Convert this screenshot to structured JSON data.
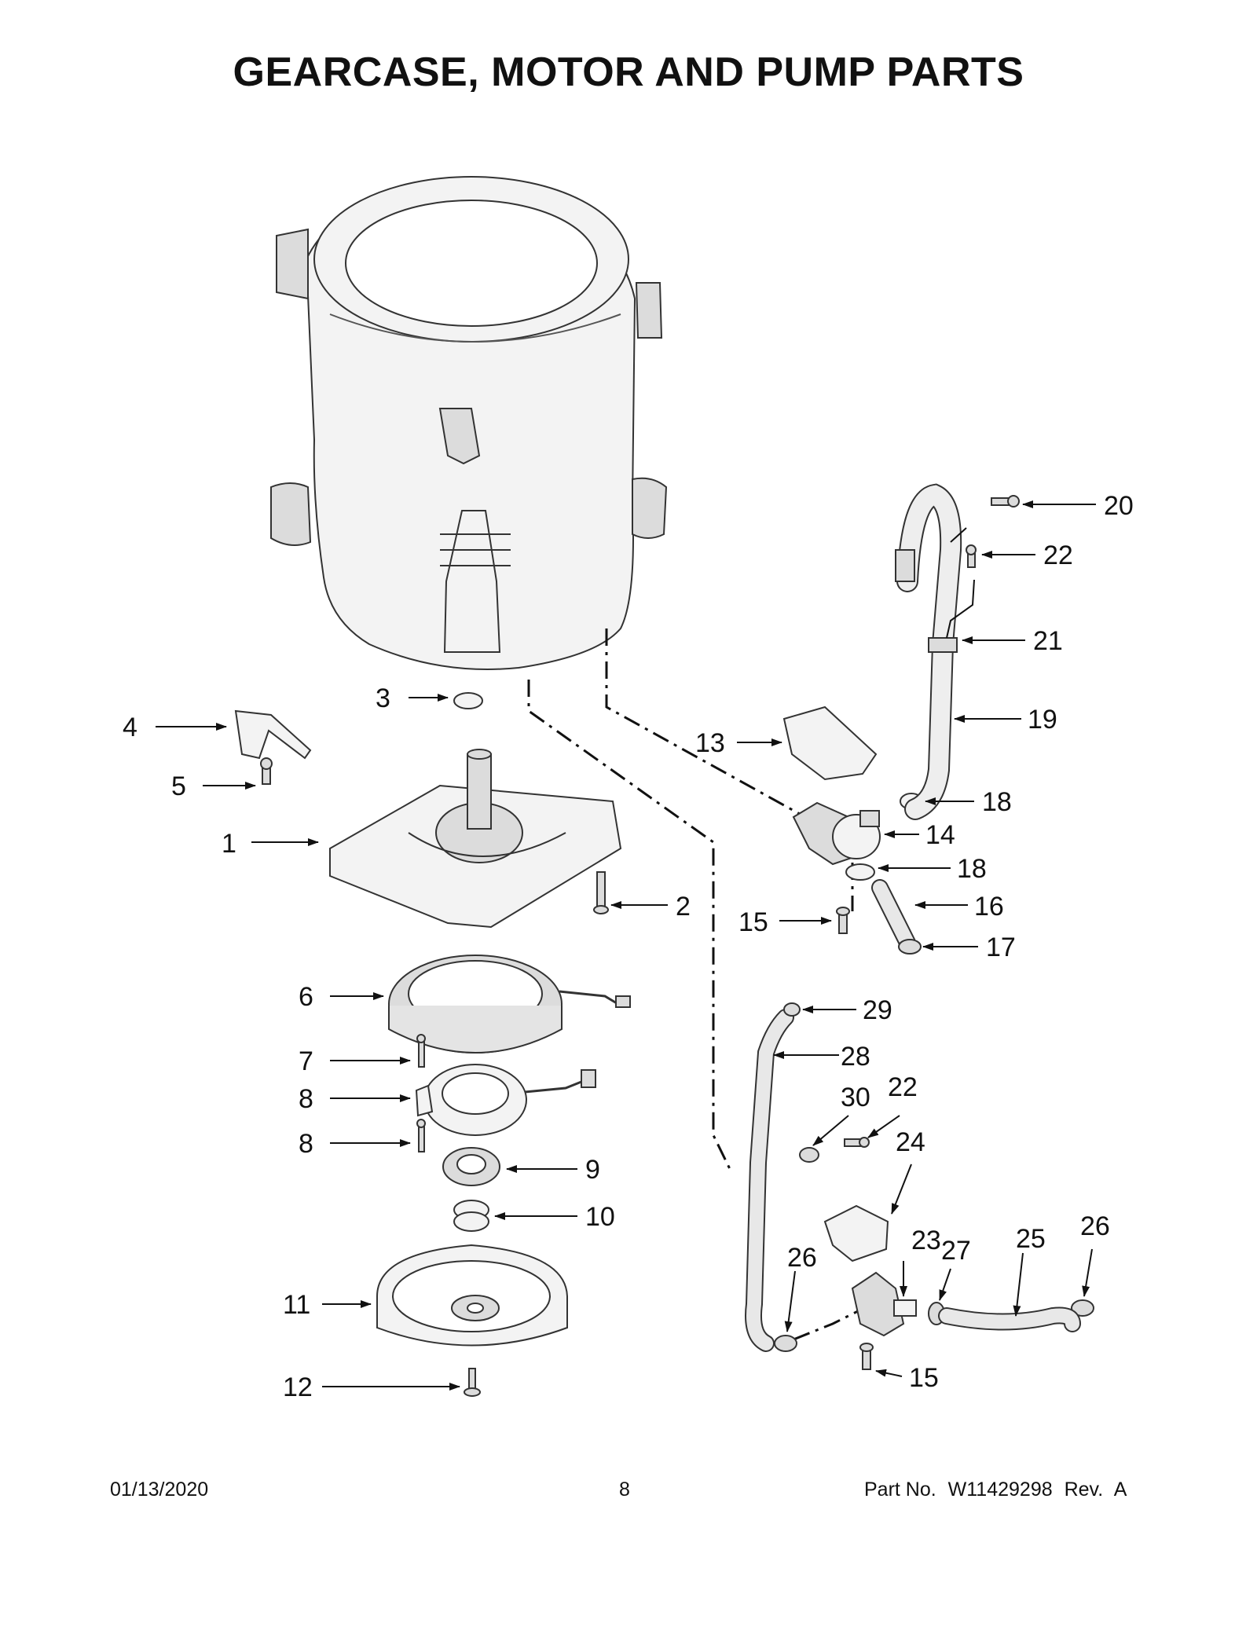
{
  "title": "GEARCASE, MOTOR AND PUMP PARTS",
  "callouts": [
    "1",
    "2",
    "3",
    "4",
    "5",
    "6",
    "7",
    "8",
    "8",
    "9",
    "10",
    "11",
    "12",
    "13",
    "14",
    "15",
    "15",
    "16",
    "17",
    "18",
    "18",
    "19",
    "20",
    "21",
    "22",
    "22",
    "23",
    "24",
    "25",
    "26",
    "26",
    "27",
    "28",
    "29",
    "30"
  ],
  "footer": {
    "date": "01/13/2020",
    "page": "8",
    "part_label": "Part No.",
    "part_number": "W11429298",
    "rev_label": "Rev.",
    "rev": "A"
  }
}
